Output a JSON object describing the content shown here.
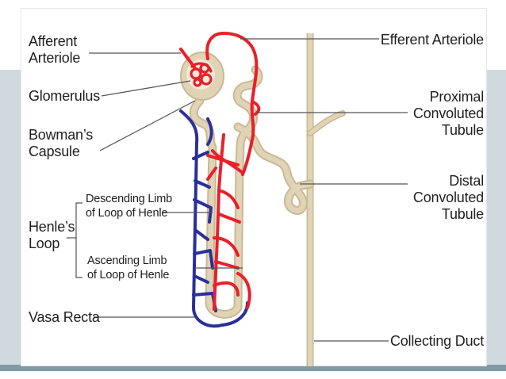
{
  "labels": {
    "afferent_arteriole": [
      "Afferent",
      "Arteriole"
    ],
    "glomerulus": "Glomerulus",
    "bowmans_capsule": [
      "Bowman’s",
      "Capsule"
    ],
    "descending_limb": [
      "Descending Limb",
      "of Loop of Henle"
    ],
    "henles_loop": [
      "Henle’s",
      "Loop"
    ],
    "ascending_limb": [
      "Ascending Limb",
      "of Loop of Henle"
    ],
    "vasa_recta": "Vasa Recta",
    "efferent_arteriole": "Efferent Arteriole",
    "proximal_tubule": [
      "Proximal",
      "Convoluted",
      "Tubule"
    ],
    "distal_tubule": [
      "Distal",
      "Convoluted",
      "Tubule"
    ],
    "collecting_duct": "Collecting Duct"
  },
  "colors": {
    "artery": "#e8202a",
    "vein": "#2a2f9a",
    "tubule": "#e0d3b6",
    "tubule_outline": "#c9b994",
    "leader_line": "#555555",
    "side_panel": "#cfd9de",
    "bottom_band": "#7f9aa6"
  }
}
